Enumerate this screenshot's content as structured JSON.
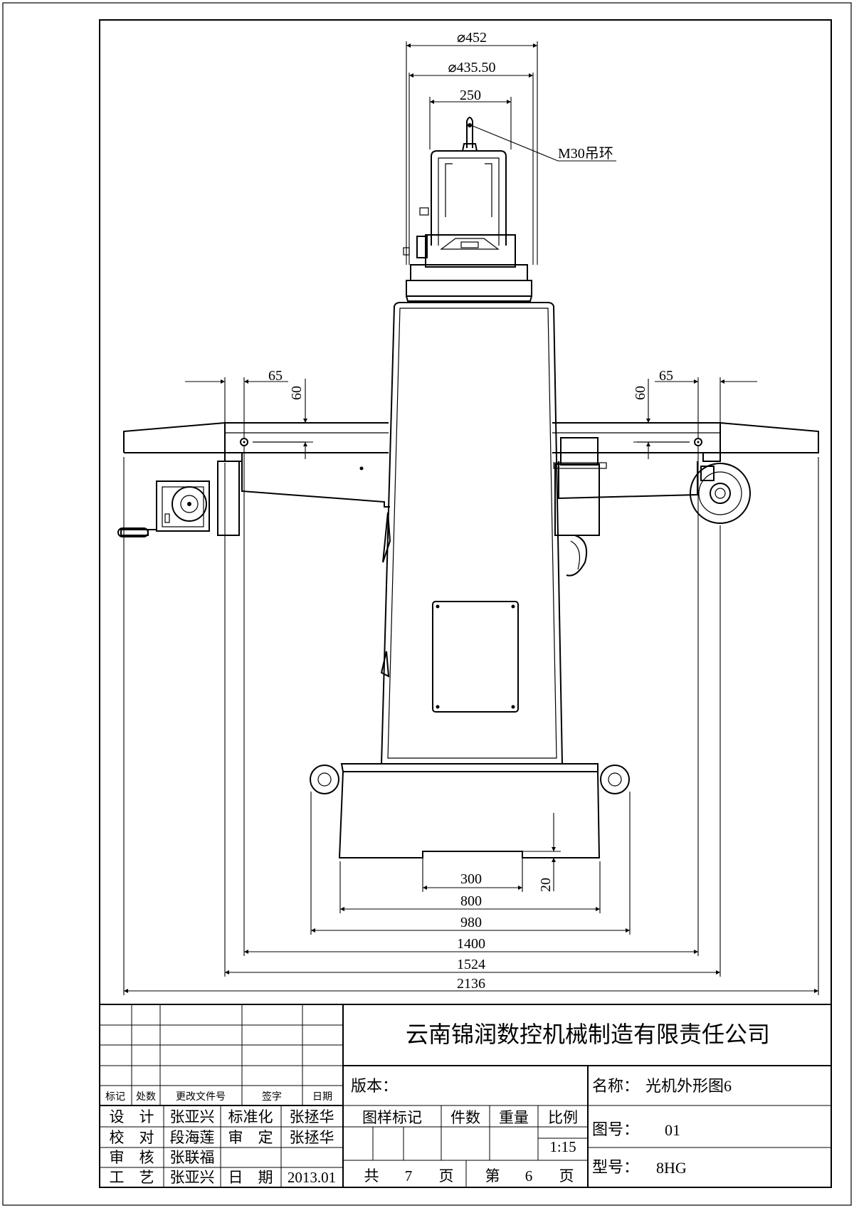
{
  "dimensions": {
    "top_diameter_outer": "⌀452",
    "top_diameter_inner": "⌀435.50",
    "head_width": "250",
    "lifting_ring_label": "M30吊环",
    "left_offset_h": "65",
    "left_offset_v": "60",
    "right_offset_h": "65",
    "right_offset_v": "60",
    "base_step_height": "20",
    "base_slot_width": "300",
    "base_width": "800",
    "lug_span": "980",
    "table_hole_span": "1400",
    "table_width": "1524",
    "overall_width": "2136"
  },
  "title_block": {
    "company": "云南锦润数控机械制造有限责任公司",
    "revision_headers": {
      "mark": "标记",
      "count": "处数",
      "doc_no": "更改文件号",
      "sign": "签字",
      "date": "日期"
    },
    "roles": {
      "design_label": "设　计",
      "design_name": "张亚兴",
      "standard_label": "标准化",
      "standard_name": "张拯华",
      "check_label": "校　对",
      "check_name": "段海莲",
      "approve_label": "审　定",
      "approve_name": "张拯华",
      "review_label": "审　核",
      "review_name": "张联福",
      "process_label": "工　艺",
      "process_name": "张亚兴",
      "date_label": "日　期",
      "date_value": "2013.01"
    },
    "version_label": "版本：",
    "sample_mark_label": "图样标记",
    "quantity_label": "件数",
    "weight_label": "重量",
    "scale_label": "比例",
    "scale_value": "1:15",
    "total_label": "共",
    "total_pages": "7",
    "page_unit": "页",
    "sheet_label": "第",
    "sheet_no": "6",
    "sheet_unit": "页",
    "name_label": "名称：",
    "name_value": "光机外形图6",
    "drawing_no_label": "图号：",
    "drawing_no_value": "01",
    "model_label": "型号：",
    "model_value": "8HG"
  }
}
